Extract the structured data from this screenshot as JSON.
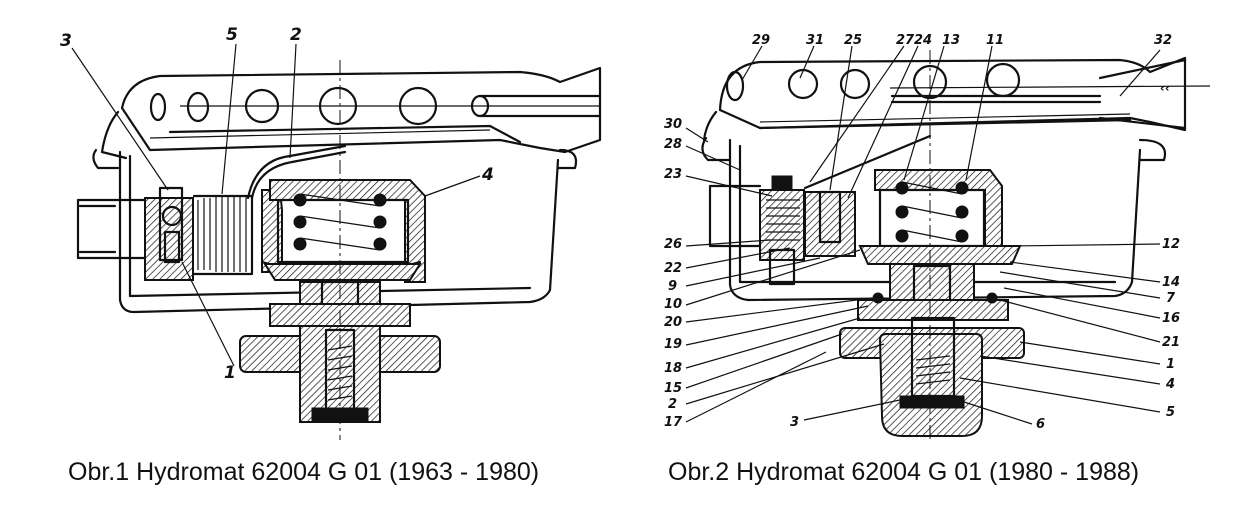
{
  "figures": [
    {
      "caption": "Obr.1 Hydromat 62004 G 01 (1963 - 1980)",
      "labels": [
        "3",
        "5",
        "2",
        "4",
        "1"
      ]
    },
    {
      "caption": "Obr.2 Hydromat 62004 G 01 (1980 - 1988)",
      "top_labels": [
        "29",
        "31",
        "25",
        "27",
        "24",
        "13",
        "11",
        "32"
      ],
      "left_labels": [
        "30",
        "28",
        "23",
        "26",
        "22",
        "9",
        "10",
        "20",
        "19",
        "18",
        "15",
        "2",
        "17"
      ],
      "right_labels": [
        "12",
        "14",
        "7",
        "16",
        "21",
        "1",
        "4",
        "5"
      ],
      "bottom_labels": [
        "3",
        "6"
      ]
    }
  ]
}
